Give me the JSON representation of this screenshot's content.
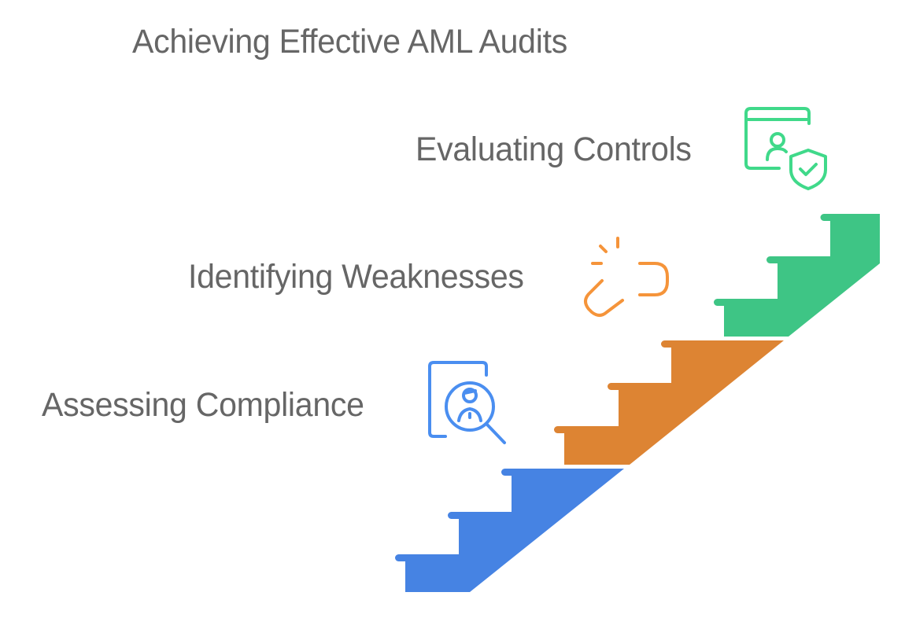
{
  "title": "Achieving Effective AML Audits",
  "steps": [
    {
      "level": 1,
      "label": "Assessing Compliance",
      "icon": "document-person-search-icon",
      "color": "#4683E3",
      "icon_color": "#4A8EF0"
    },
    {
      "level": 2,
      "label": "Identifying Weaknesses",
      "icon": "broken-link-icon",
      "color": "#DD8433",
      "icon_color": "#F5943A"
    },
    {
      "level": 3,
      "label": "Evaluating Controls",
      "icon": "user-window-shield-check-icon",
      "color": "#3EC585",
      "icon_color": "#40D98A"
    }
  ],
  "text_color": "#666666"
}
